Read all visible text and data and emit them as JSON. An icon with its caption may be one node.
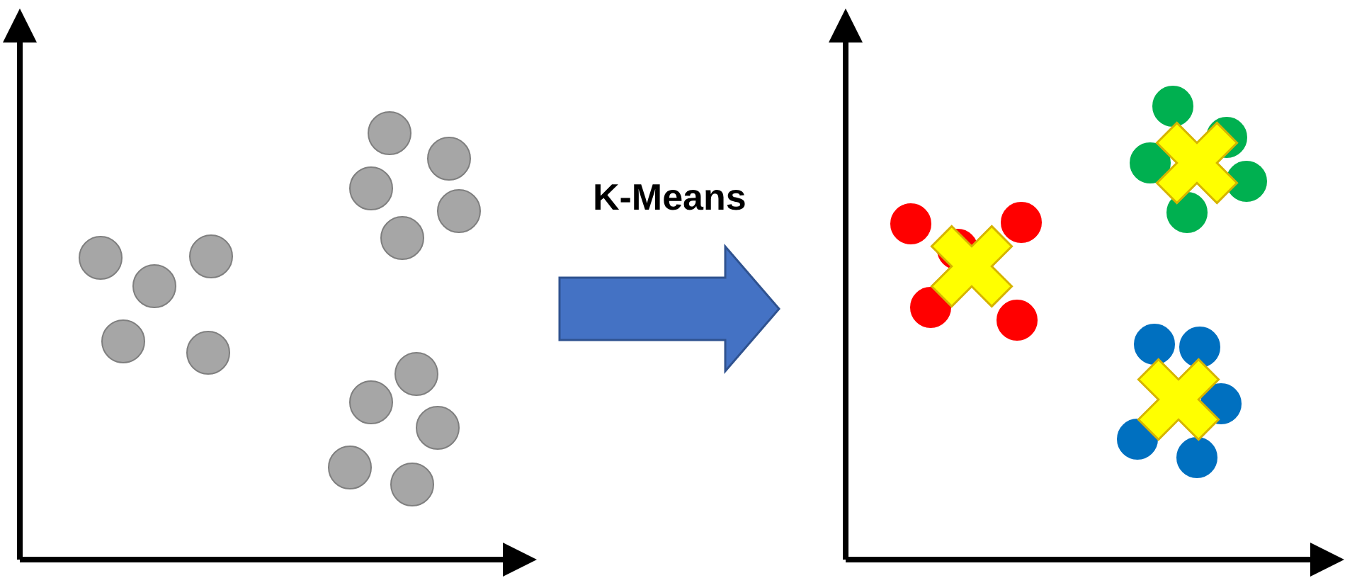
{
  "diagram": {
    "nodes": [
      {
        "text": [],
        "shape": "picture"
      },
      {
        "text": [],
        "shape": "picture"
      }
    ],
    "edges": [
      {
        "from": 0,
        "to": 1,
        "arrow": "to",
        "label": "K-Means",
        "style": "thick"
      }
    ]
  }
}
